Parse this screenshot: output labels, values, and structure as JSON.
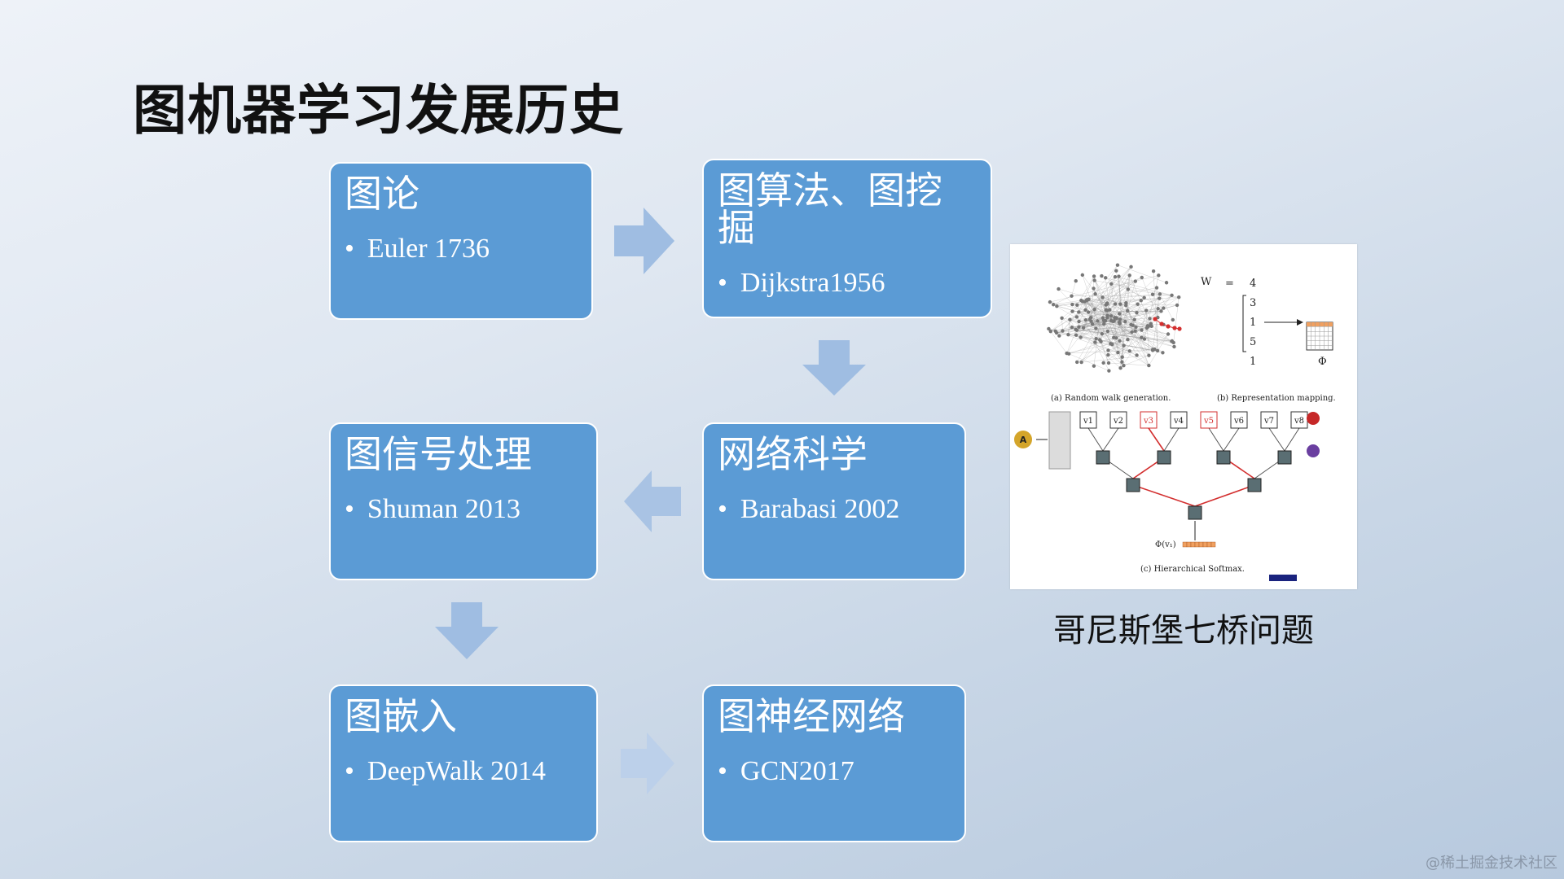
{
  "slide": {
    "title": "图机器学习发展历史"
  },
  "nodes": [
    {
      "heading": "图论",
      "bullet": "Euler 1736"
    },
    {
      "heading": "图算法、图挖掘",
      "bullet": "Dijkstra1956"
    },
    {
      "heading": "网络科学",
      "bullet": "Barabasi 2002"
    },
    {
      "heading": "图信号处理",
      "bullet": "Shuman 2013"
    },
    {
      "heading": "图嵌入",
      "bullet": "DeepWalk 2014"
    },
    {
      "heading": "图神经网络",
      "bullet": "GCN2017"
    }
  ],
  "figure": {
    "label_a": "(a) Random walk generation.",
    "label_b": "(b) Representation mapping.",
    "label_c": "(c) Hierarchical Softmax.",
    "matrix_symbol": "Φ",
    "phi_v1": "Φ(v₁)",
    "badge_a": "A",
    "walk_values": [
      "4",
      "3",
      "1",
      "5",
      "1"
    ],
    "leaf_labels": [
      "v1",
      "v2",
      "v3",
      "v4",
      "v5",
      "v6",
      "v7",
      "v8"
    ]
  },
  "caption": "哥尼斯堡七桥问题",
  "watermark": "@稀土掘金技术社区",
  "colors": {
    "box_fill": "#5b9bd5",
    "arrow_fill": "#9fbde2",
    "highlight": "#d32f2f"
  }
}
